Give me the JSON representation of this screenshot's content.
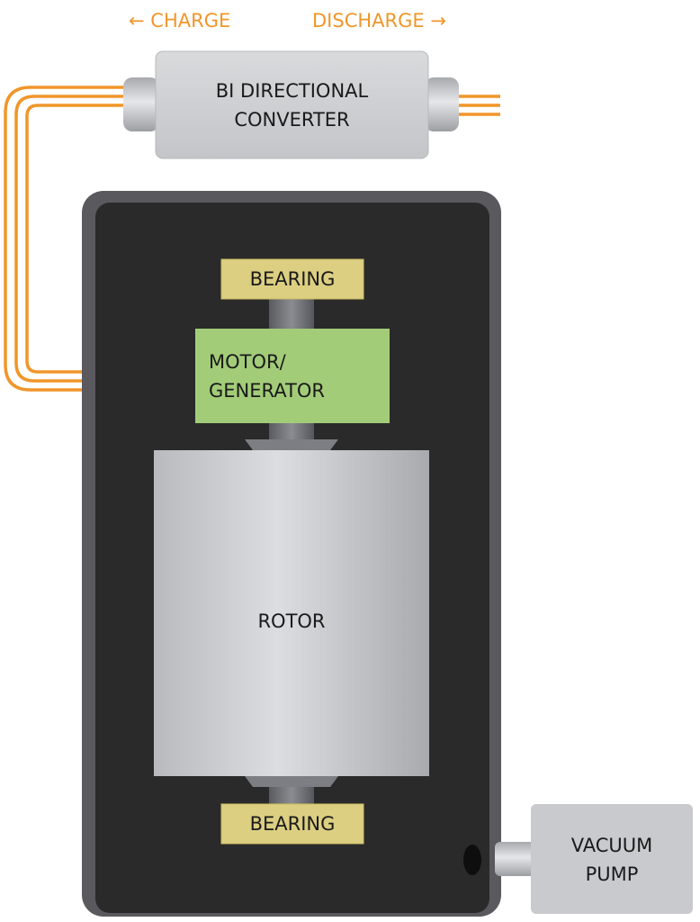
{
  "direction": {
    "charge_arrow": "←",
    "charge_label": "CHARGE",
    "discharge_label": "DISCHARGE",
    "discharge_arrow": "→"
  },
  "converter": {
    "label": "BI DIRECTIONAL\nCONVERTER"
  },
  "bearing_top": {
    "label": "BEARING"
  },
  "motor_generator": {
    "label": "MOTOR/\nGENERATOR"
  },
  "rotor": {
    "label": "ROTOR"
  },
  "bearing_bottom": {
    "label": "BEARING"
  },
  "vacuum_pump": {
    "label": "VACUUM\nPUMP"
  },
  "colors": {
    "wire": "#f0962a",
    "housing": "#2a2a2a",
    "housing_frame": "#5a5a5e",
    "bearing": "#dccf82",
    "motor_generator": "#a3cc79",
    "rotor": "#cacbcf",
    "shaft": "#6d6f74",
    "converter": "#cfd0d3",
    "vacuum_pump": "#c9cacd"
  },
  "icons": {
    "charge_arrow": "arrow-left-icon",
    "discharge_arrow": "arrow-right-icon"
  }
}
